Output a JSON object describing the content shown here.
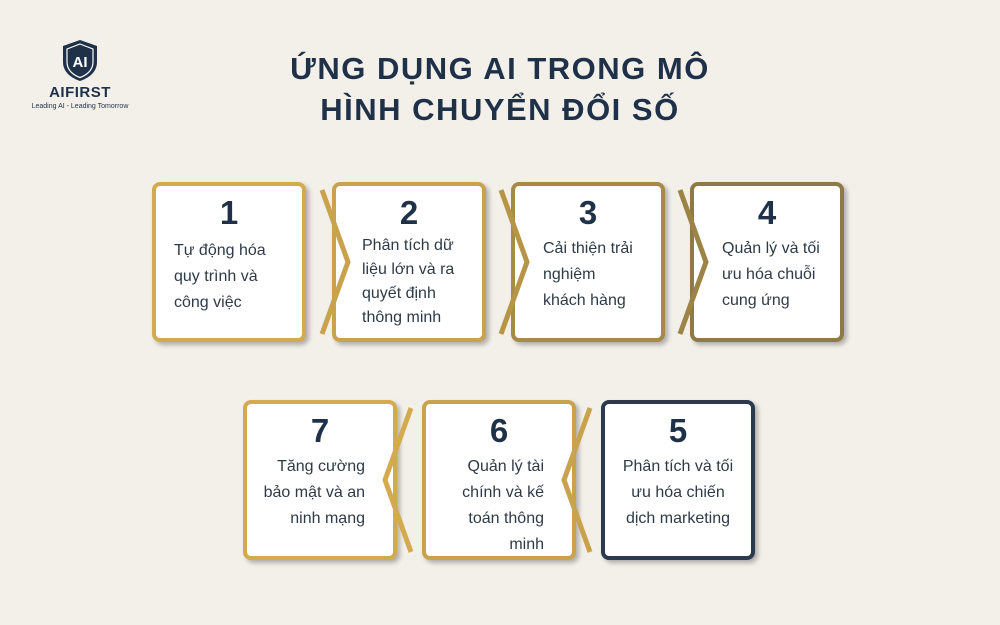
{
  "logo": {
    "mark": "AI",
    "name": "AIFIRST",
    "tagline": "Leading AI - Leading Tomorrow"
  },
  "title": {
    "line1": "ỨNG DỤNG AI TRONG MÔ",
    "line2": "HÌNH CHUYỂN ĐỔI SỐ"
  },
  "steps": [
    {
      "number": "1",
      "lines": [
        "Tự động hóa",
        "quy trình và",
        "công việc"
      ],
      "border": "#d4aa4f"
    },
    {
      "number": "2",
      "lines": [
        "Phân tích dữ",
        "liệu lớn và ra",
        "quyết định",
        "thông minh"
      ],
      "border": "#c9a24d"
    },
    {
      "number": "3",
      "lines": [
        "Cải thiện trải",
        "nghiệm",
        "khách hàng"
      ],
      "border": "#a88a48"
    },
    {
      "number": "4",
      "lines": [
        "Quản lý và tối",
        "ưu hóa chuỗi",
        "cung ứng"
      ],
      "border": "#8f7a47"
    },
    {
      "number": "5",
      "lines": [
        "Phân tích và tối",
        "ưu hóa chiến",
        "dịch marketing"
      ],
      "border": "#2b3a4d"
    },
    {
      "number": "6",
      "lines": [
        "Quản lý tài",
        "chính và kế",
        "toán thông",
        "minh"
      ],
      "border": "#c9a24d"
    },
    {
      "number": "7",
      "lines": [
        "Tăng cường",
        "bảo mật và an",
        "ninh mạng"
      ],
      "border": "#d4aa4f"
    }
  ],
  "colors": {
    "background": "#f3f0ea",
    "navy": "#1f3148",
    "gold": "#c9a24d"
  }
}
